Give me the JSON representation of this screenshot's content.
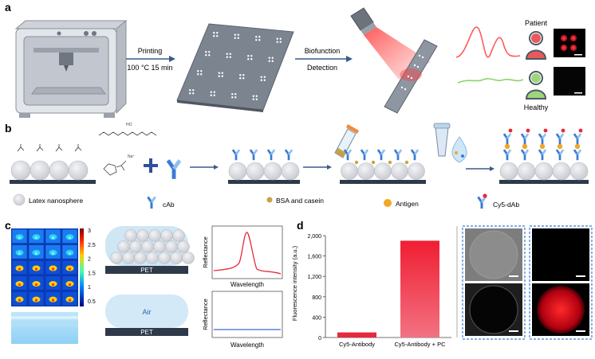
{
  "panel_a": {
    "letter": "a",
    "printing": "Printing",
    "conditions": "100 °C 15 min",
    "biofunction": "Biofunction",
    "detection": "Detection",
    "patient": "Patient",
    "healthy": "Healthy"
  },
  "panel_b": {
    "letter": "b",
    "legend_latex": "Latex nanosphere",
    "legend_cab": "cAb",
    "legend_bsa": "BSA and casein",
    "legend_antigen": "Antigen",
    "legend_cy5": "Cy5-dAb",
    "chem_ho": "HO",
    "chem_na": "Na⁺"
  },
  "panel_c": {
    "letter": "c",
    "colorbar_ticks": [
      "3",
      "2.5",
      "2",
      "1.5",
      "1",
      "0.5"
    ],
    "pet_label": "PET",
    "air_label": "Air",
    "reflectance": "Reflectance",
    "wavelength": "Wavelength"
  },
  "panel_d": {
    "letter": "d",
    "chart_data": {
      "type": "bar",
      "categories": [
        "Cy5-Antibody",
        "Cy5-Antibody + PC"
      ],
      "values": [
        100,
        1900
      ],
      "ylabel": "Fluorescence intensity (a.u.)",
      "ylim": [
        0,
        2000
      ],
      "yticks": [
        "0",
        "400",
        "800",
        "1,200",
        "1,600",
        "2,000"
      ],
      "colors": [
        "#e8283c",
        "#ee3b4a"
      ]
    }
  },
  "colors": {
    "red": "#e8283c",
    "blue_accent": "#3a7bd5",
    "steel": "#2e3a4a",
    "green": "#7ecb5b"
  }
}
